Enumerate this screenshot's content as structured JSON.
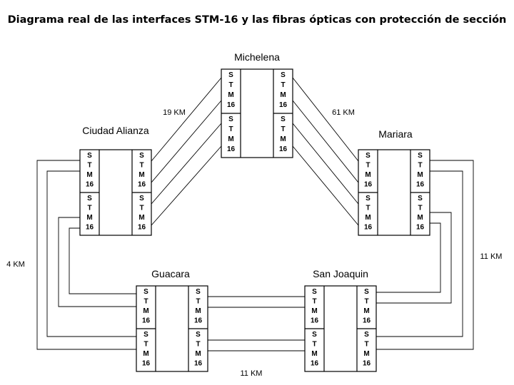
{
  "title": "Diagrama real de las interfaces STM-16 y las fibras ópticas con protección de sección",
  "port_label": [
    "S",
    "T",
    "M",
    "16"
  ],
  "nodes": [
    {
      "id": "michelena",
      "name": "Michelena"
    },
    {
      "id": "ciudad-alianza",
      "name": "Ciudad Alianza"
    },
    {
      "id": "mariara",
      "name": "Mariara"
    },
    {
      "id": "guacara",
      "name": "Guacara"
    },
    {
      "id": "san-joaquin",
      "name": "San Joaquin"
    }
  ],
  "links": [
    {
      "id": "ciudad-alianza-michelena",
      "distance": "19 KM"
    },
    {
      "id": "michelena-mariara",
      "distance": "61 KM"
    },
    {
      "id": "ciudad-alianza-guacara",
      "distance": "4 KM"
    },
    {
      "id": "mariara-san-joaquin",
      "distance": "11 KM"
    },
    {
      "id": "guacara-san-joaquin",
      "distance": "11 KM"
    }
  ]
}
